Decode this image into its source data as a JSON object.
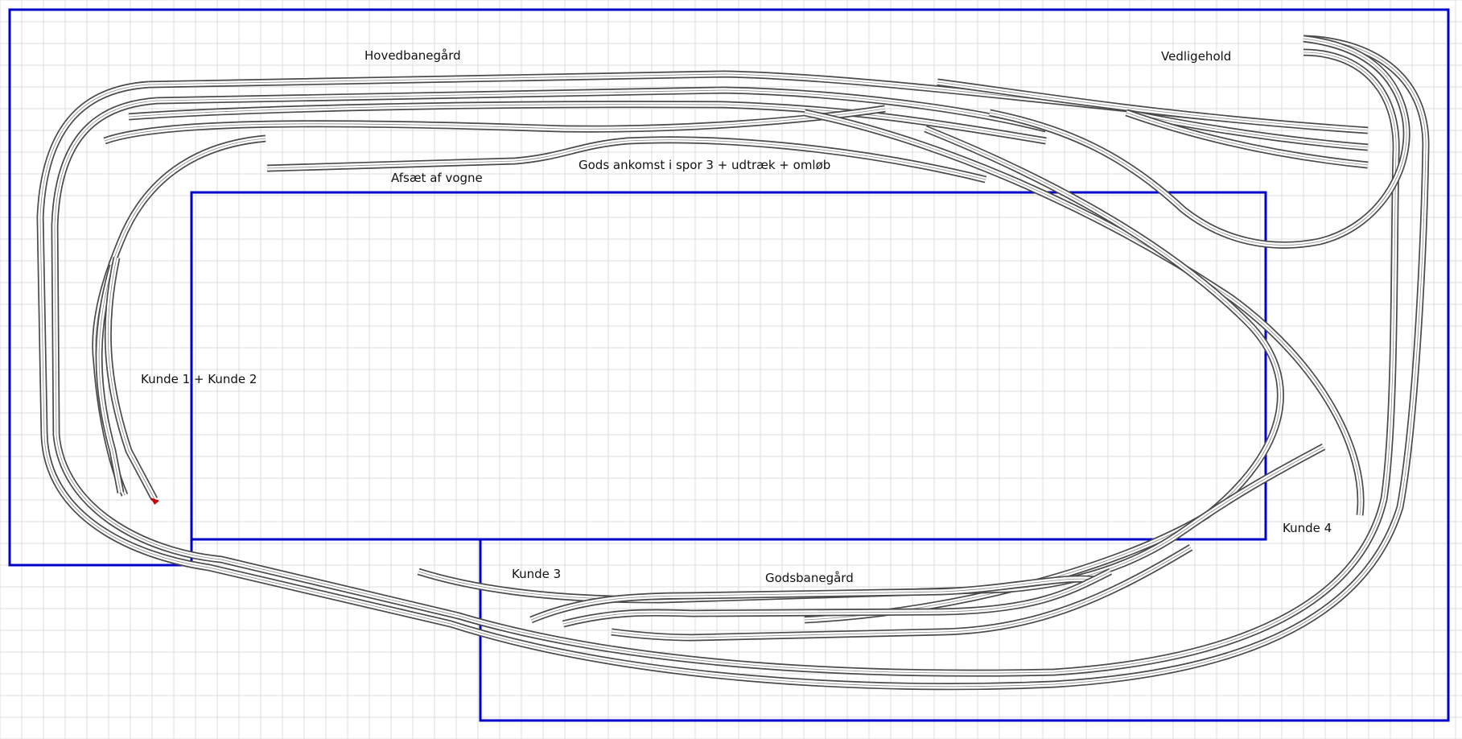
{
  "diagram": {
    "colors": {
      "grid": "#dcdcdc",
      "board_outline": "#0000cc",
      "track": "#4a4a4a",
      "endstop": "#cc0000"
    },
    "labels": {
      "hovedbanegard": "Hovedbanegård",
      "vedligehold": "Vedligehold",
      "afsaet": "Afsæt af vogne",
      "gods_ankomst": "Gods ankomst i spor 3  + udtræk + omløb",
      "kunde12": "Kunde 1 + Kunde 2",
      "kunde3": "Kunde 3",
      "godsbanegard": "Godsbanegård",
      "kunde4": "Kunde 4"
    }
  }
}
